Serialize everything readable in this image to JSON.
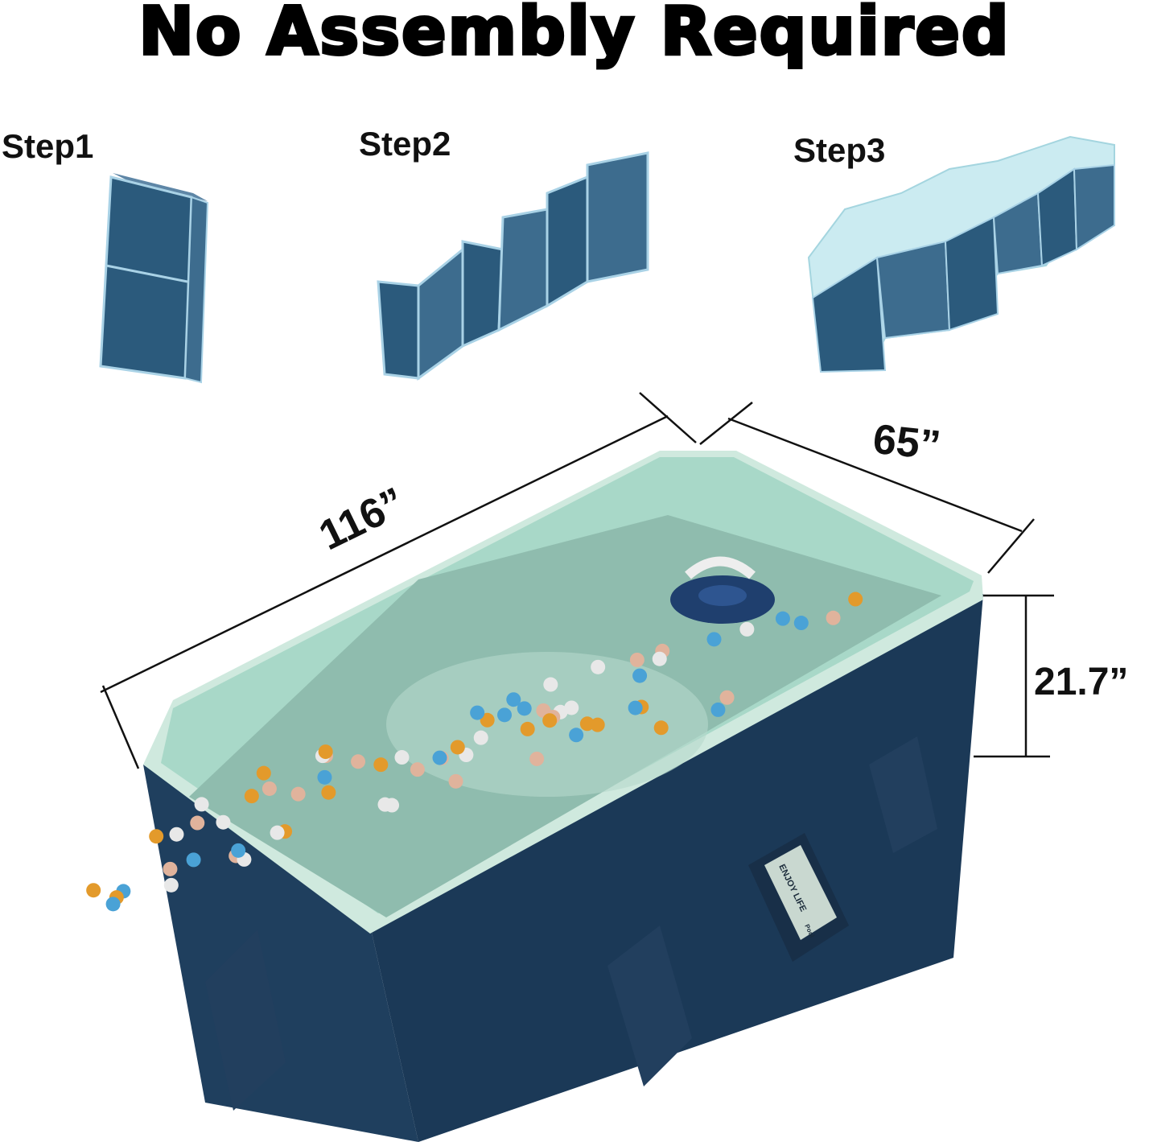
{
  "title": "No Assembly Required",
  "steps": [
    {
      "label": "Step1"
    },
    {
      "label": "Step2"
    },
    {
      "label": "Step3"
    }
  ],
  "dimensions": {
    "length": "116”",
    "width": "65”",
    "height": "21.7”"
  },
  "product_label": {
    "brand": "ENJOY LIFE",
    "text": "Pool"
  },
  "colors": {
    "wall_navy": "#1f3f5e",
    "rim_mint": "#cfe9de",
    "water": "#8fbcae",
    "step_panel": "#2b5a7c",
    "step_water": "#bfe7ee"
  }
}
